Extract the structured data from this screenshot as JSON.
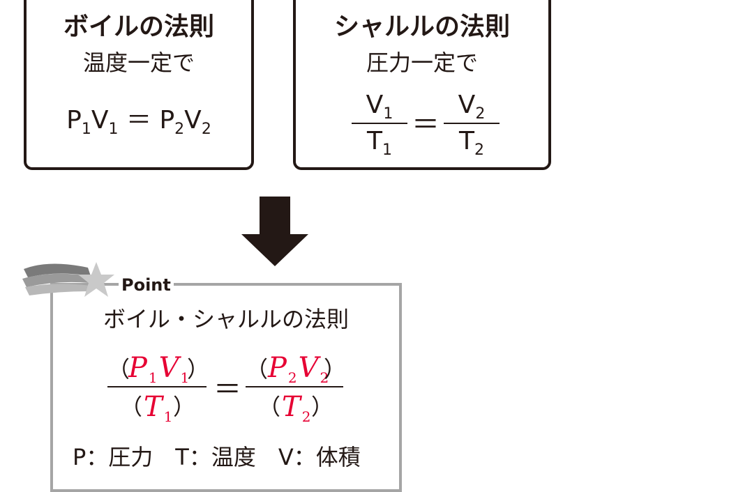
{
  "boyle": {
    "title": "ボイルの法則",
    "condition": "温度一定で",
    "eq_left": "P",
    "eq_left_sub1": "1",
    "eq_left_v": "V",
    "eq_left_sub2": "1",
    "eq_sign": "＝",
    "eq_right": "P",
    "eq_right_sub1": "2",
    "eq_right_v": "V",
    "eq_right_sub2": "2"
  },
  "charles": {
    "title": "シャルルの法則",
    "condition": "圧力一定で",
    "left_num": "V",
    "left_num_sub": "1",
    "left_den": "T",
    "left_den_sub": "1",
    "eq_sign": "＝",
    "right_num": "V",
    "right_num_sub": "2",
    "right_den": "T",
    "right_den_sub": "2"
  },
  "point": {
    "label": "Point",
    "title": "ボイル・シャルルの法則",
    "open_paren": "（",
    "close_paren": "）",
    "left_num": "P",
    "left_num_s1": "1",
    "left_num_v": "V",
    "left_num_s2": "1",
    "left_den": "T",
    "left_den_s": "1",
    "eq_sign": "＝",
    "right_num": "P",
    "right_num_s1": "2",
    "right_num_v": "V",
    "right_num_s2": "2",
    "right_den": "T",
    "right_den_s": "2",
    "legend": "P：圧力　T：温度　V：体積"
  },
  "colors": {
    "ink": "#231815",
    "handwriting": "#e60033",
    "point_frame": "#a5a5a5"
  }
}
